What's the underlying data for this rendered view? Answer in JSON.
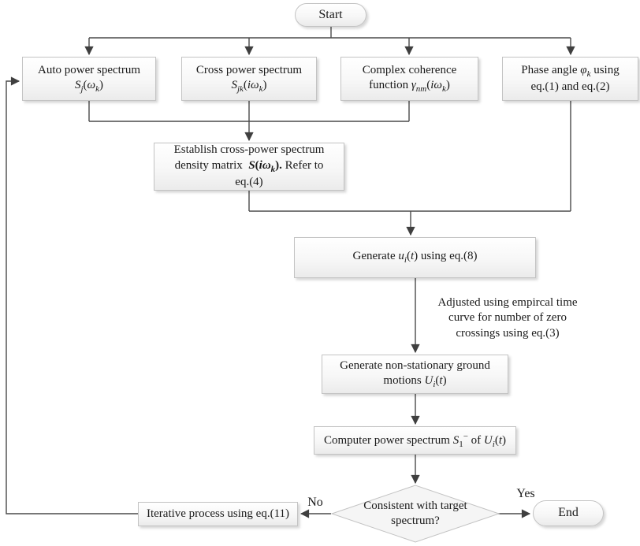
{
  "figure": {
    "type": "flowchart",
    "colors": {
      "node_fill_top": "#ffffff",
      "node_fill_bottom": "#ebebeb",
      "node_border": "#c3c3c3",
      "connector": "#4a4a4a",
      "text": "#1a1a1a",
      "background": "#ffffff"
    }
  },
  "nodes": {
    "start": {
      "shape": "stadium",
      "label": "Start"
    },
    "auto_power_spectrum": {
      "shape": "process",
      "html": "Auto power spectrum<br><i>S<sub>j</sub></i>(<i>&omega;<sub>k</sub></i>)"
    },
    "cross_power_spectrum": {
      "shape": "process",
      "html": "Cross power spectrum<br><i>S<sub>jk</sub></i>(<i>i&omega;<sub>k</sub></i>)"
    },
    "complex_coherence": {
      "shape": "process",
      "html": "Complex coherence<br>function <i>&gamma;<sub>nm</sub></i>(<i>i&omega;<sub>k</sub></i>)"
    },
    "phase_angle": {
      "shape": "process",
      "html": "Phase angle <i>&phi;<sub>k</sub></i> using<br>eq.(1) and eq.(2)"
    },
    "establish_matrix": {
      "shape": "process",
      "html": "Establish cross-power spectrum<br>density matrix&nbsp; <b><i>S</i>(<i>i&omega;<sub>k</sub></i>).</b> Refer to<br>eq.(4)"
    },
    "generate_u": {
      "shape": "process",
      "html": "Generate <i>u<sub>i</sub></i>(<i>t</i>) using eq.(8)"
    },
    "adjust_note": {
      "shape": "annotation",
      "html": "Adjusted using empircal time<br>curve for number of zero<br>crossings using eq.(3)"
    },
    "generate_ground_motions": {
      "shape": "process",
      "html": "Generate non-stationary ground<br>motions <i>U<sub>i</sub></i>(<i>t</i>)"
    },
    "compute_power_spectrum": {
      "shape": "process",
      "html": "Computer power spectrum <i>S</i><sub>1</sub><sup>&minus;</sup> of <i>U<sub>i</sub></i>(<i>t</i>)"
    },
    "consistency_check": {
      "shape": "decision",
      "html": "Consistent with target<br>spectrum?"
    },
    "iterative_process": {
      "shape": "process",
      "html": "Iterative process using eq.(11)"
    },
    "end": {
      "shape": "stadium",
      "label": "End"
    }
  },
  "edge_labels": {
    "no": "No",
    "yes": "Yes"
  }
}
